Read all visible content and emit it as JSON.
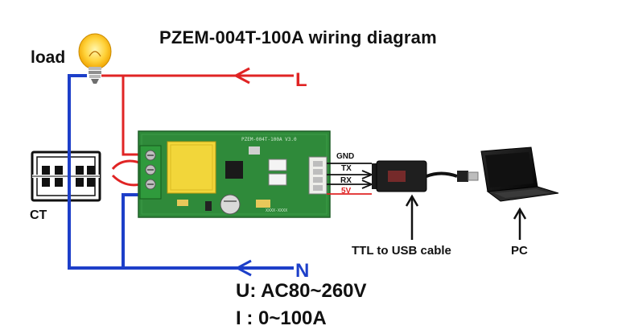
{
  "title": "PZEM-004T-100A wiring diagram",
  "labels": {
    "load": "load",
    "ct": "CT",
    "line": "L",
    "neutral": "N",
    "ttl_cable": "TTL to USB cable",
    "pc": "PC",
    "voltage": "U: AC80~260V",
    "current": "I : 0~100A"
  },
  "pins": {
    "gnd": "GND",
    "tx": "TX",
    "rx": "RX",
    "v5": "5V"
  },
  "colors": {
    "live_wire": "#e02424",
    "neutral_wire": "#1d3fc9",
    "pcb": "#2f8a3a",
    "transformer": "#f2d63a",
    "terminal": "#2f9a3c",
    "connector": "#eeeeea"
  },
  "icons": [
    "light-bulb-icon",
    "laptop-icon",
    "usb-adapter-icon",
    "current-transformer-icon"
  ]
}
